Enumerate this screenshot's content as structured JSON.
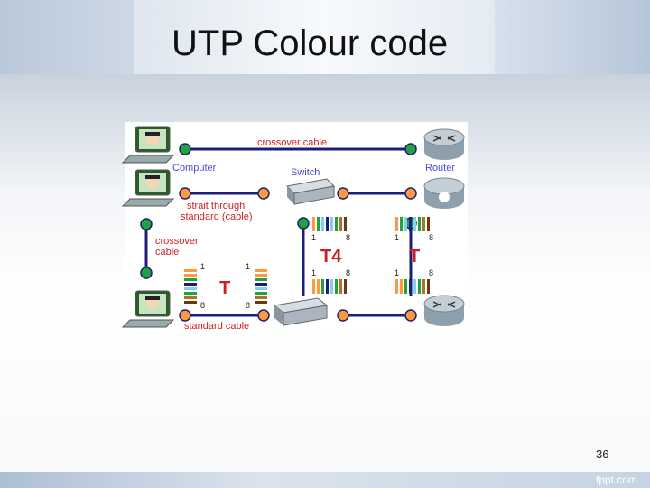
{
  "slide": {
    "title": "UTP Colour code",
    "page_number": "36",
    "brand": "fppt.com"
  },
  "diagram": {
    "labels": {
      "crossover_cable_top": "crossover cable",
      "computer": "Computer",
      "switch": "Switch",
      "router": "Router",
      "strait_through_1": "strait through",
      "strait_through_2": "standard (cable)",
      "crossover_left_1": "crossover",
      "crossover_left_2": "cable",
      "standard_cable": "standard cable",
      "t4": "T4",
      "t_right": "T",
      "t_left": "T",
      "pin_1": "1",
      "pin_8": "8"
    },
    "colors": {
      "line": "#1c1f7a",
      "node_green": "#1fa33a",
      "node_orange": "#ff9a3c",
      "label_red": "#cc1f1f"
    }
  }
}
